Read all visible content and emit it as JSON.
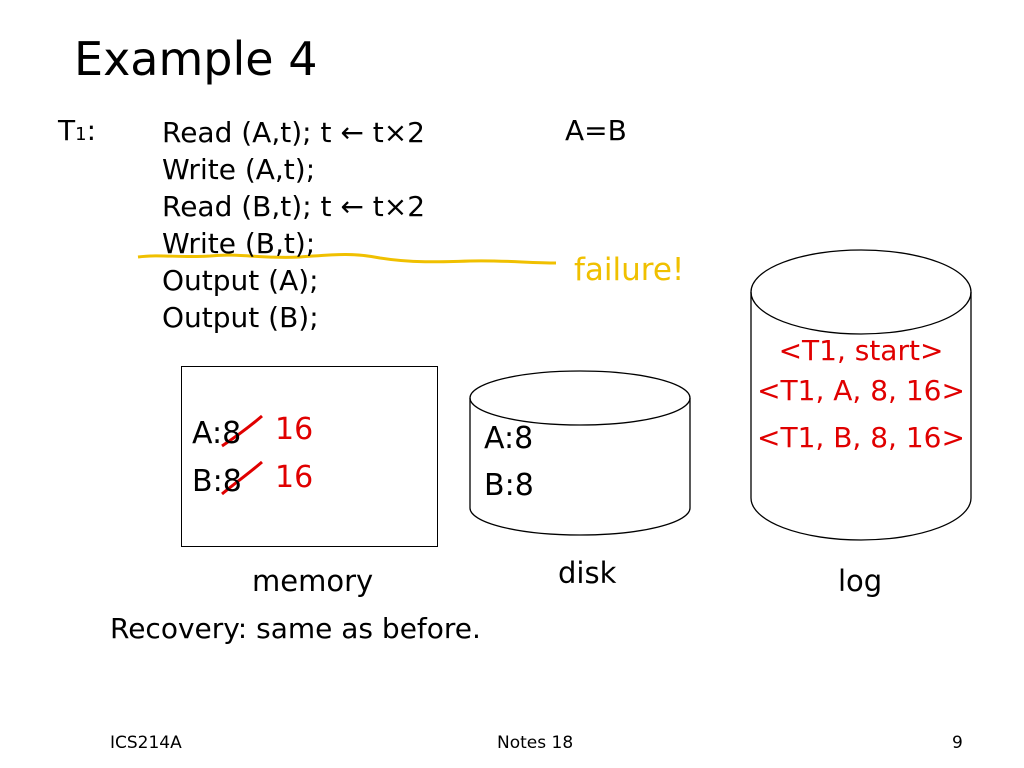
{
  "slide": {
    "title": "Example 4",
    "transaction": {
      "name": "T",
      "index": "1",
      "colon": ":"
    },
    "code_lines": [
      "Read (A,t);  t ← t×2",
      "Write (A,t);",
      "Read (B,t);  t ← t×2",
      "Write (B,t);",
      "Output (A);",
      "Output (B);"
    ],
    "condition": "A=B",
    "failure_label": "failure!",
    "memory": {
      "label": "memory",
      "rows": [
        {
          "name": "A:",
          "old": "8",
          "new": "16"
        },
        {
          "name": "B:",
          "old": "8",
          "new": "16"
        }
      ]
    },
    "disk": {
      "label": "disk",
      "rows": [
        "A:8",
        "B:8"
      ]
    },
    "log": {
      "label": "log",
      "entries": [
        "<T1, start>",
        "<T1, A, 8, 16>",
        "<T1, B, 8, 16>"
      ]
    },
    "recovery_text": "Recovery: same as before.",
    "footer": {
      "left": "ICS214A",
      "center": "Notes 18",
      "right": "9"
    },
    "colors": {
      "failure": "#f0c000",
      "red": "#e00000"
    }
  }
}
